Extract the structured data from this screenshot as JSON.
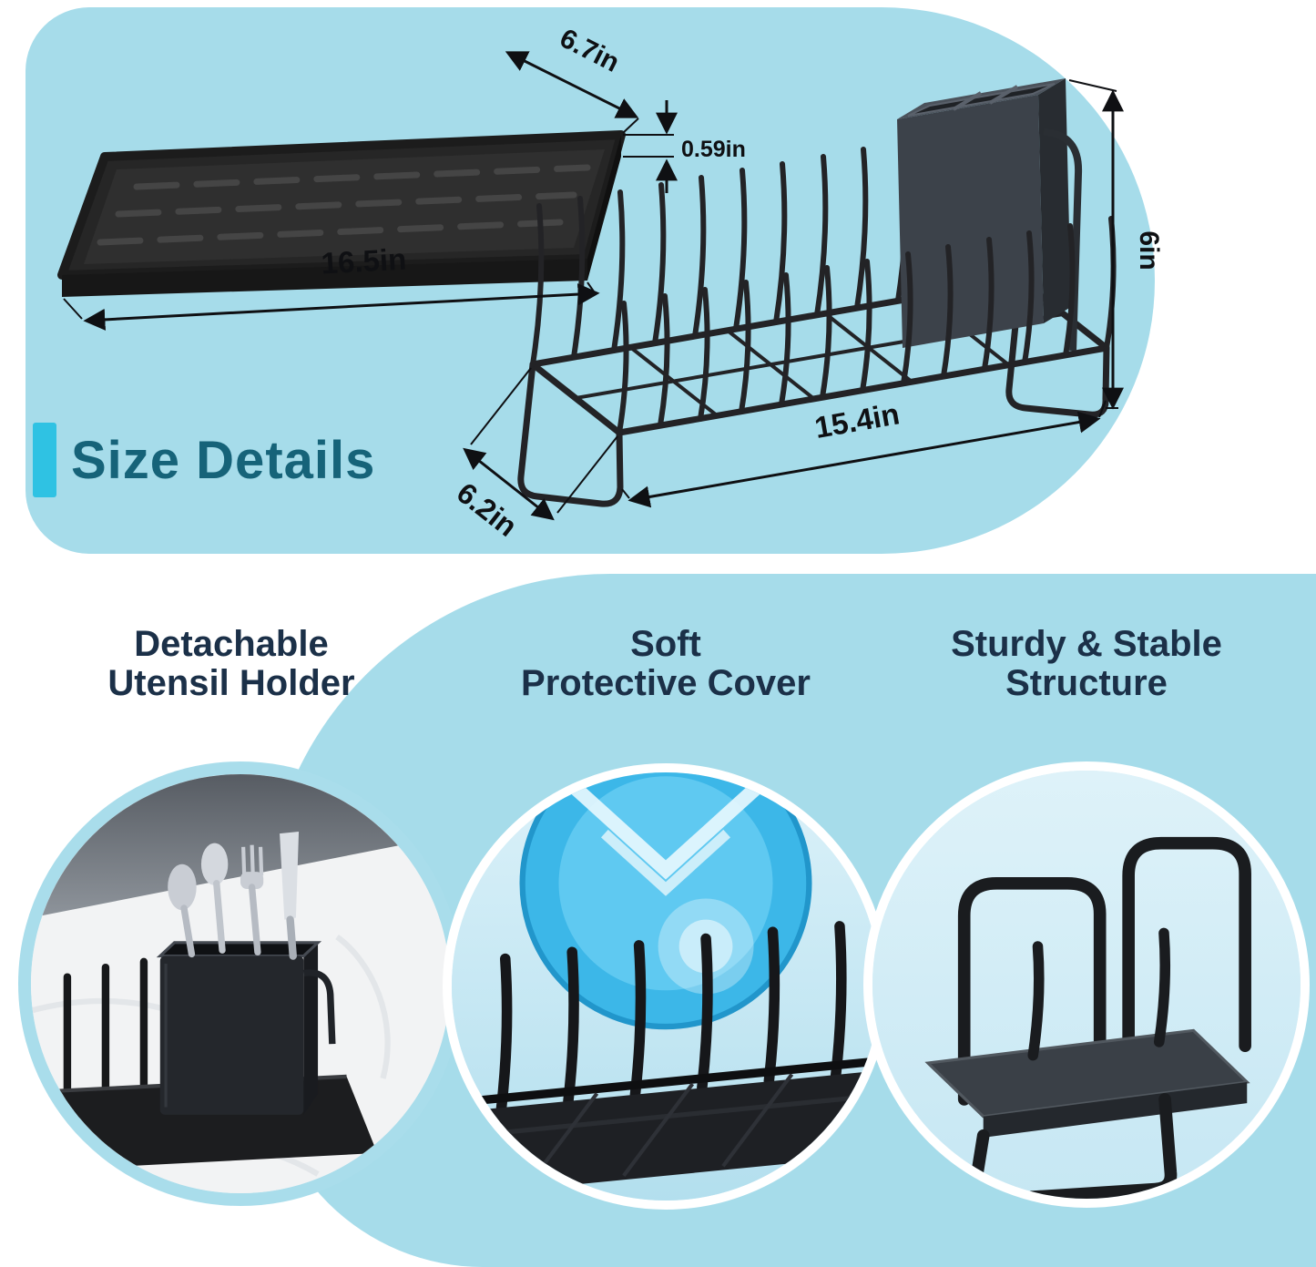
{
  "size_details": {
    "heading": "Size Details",
    "dimensions": {
      "tray_depth": "6.7in",
      "tray_thickness": "0.59in",
      "tray_length": "16.5in",
      "rack_height": "6in",
      "rack_length": "15.4in",
      "rack_depth": "6.2in"
    }
  },
  "features": [
    {
      "line1": "Detachable",
      "line2": "Utensil Holder"
    },
    {
      "line1": "Soft",
      "line2": "Protective Cover"
    },
    {
      "line1": "Sturdy & Stable",
      "line2": "Structure"
    }
  ],
  "colors": {
    "panel_blue": "#a6dcea",
    "accent_cyan": "#2fc2e3",
    "size_heading_teal": "#166379",
    "feature_heading_navy": "#1b3048",
    "product_black": "#232326"
  }
}
